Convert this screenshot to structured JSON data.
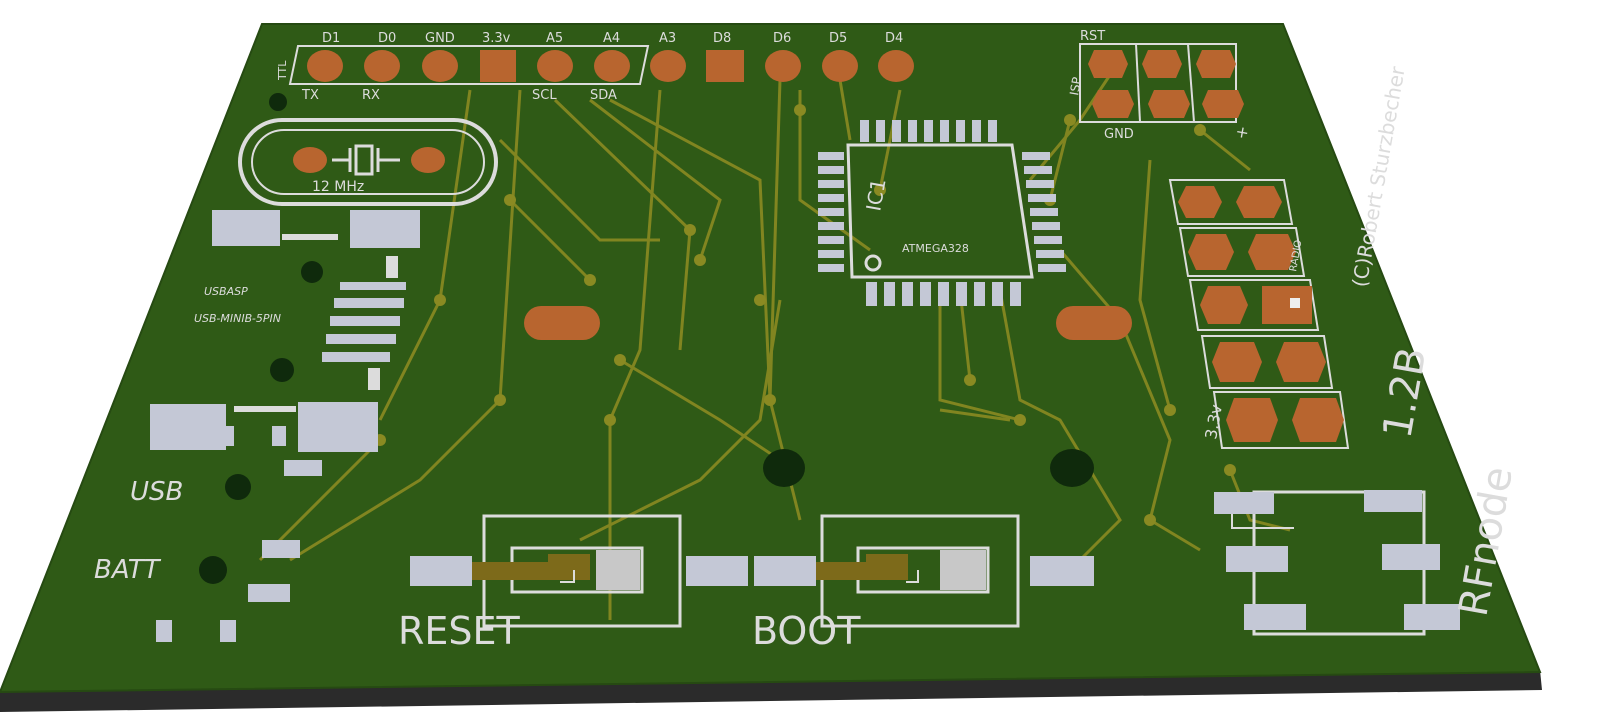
{
  "colors": {
    "board": "#2f5a16",
    "board_edge": "#243f12",
    "board_side": "#2b2b2b",
    "copper": "#b8652f",
    "trace": "#8a8a22",
    "silkscreen": "#dcdcdc",
    "pad_silver": "#c4c8d6",
    "hole": "#0f2a0c"
  },
  "header": {
    "pins_top": [
      "D1",
      "D0",
      "GND",
      "3.3v",
      "A5",
      "A4",
      "A3",
      "D8",
      "D6",
      "D5",
      "D4"
    ],
    "pins_bottom": [
      "TX",
      "RX",
      "SCL",
      "SDA"
    ],
    "ttl_label": "TTL"
  },
  "isp": {
    "rst": "RST",
    "isp": "ISP",
    "gnd": "GND",
    "plus": "+"
  },
  "radio": {
    "label": "RADIO",
    "voltage": "3.3v"
  },
  "crystal": {
    "freq": "12 MHz"
  },
  "ic": {
    "designator": "IC1",
    "part": "ATMEGA328"
  },
  "usb_block": {
    "usbasp": "USBASP",
    "connector": "USB-MINIB-5PIN",
    "usb": "USB",
    "batt": "BATT"
  },
  "buttons": {
    "reset": "RESET",
    "boot": "BOOT"
  },
  "credits": {
    "author": "(C)Robert Sturzbecher",
    "title": "RFnode",
    "version": "1.2B"
  }
}
